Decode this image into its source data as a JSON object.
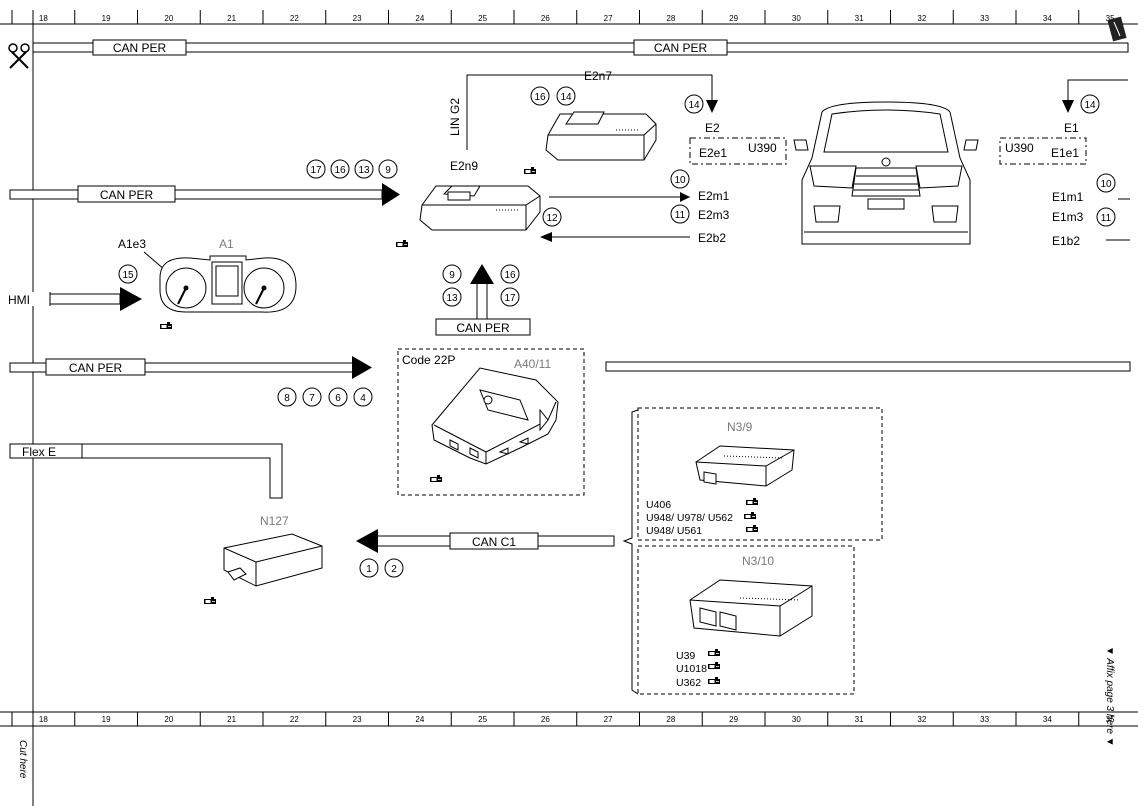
{
  "ruler": {
    "columns": [
      "18",
      "19",
      "20",
      "21",
      "22",
      "23",
      "24",
      "25",
      "26",
      "27",
      "28",
      "29",
      "30",
      "31",
      "32",
      "33",
      "34",
      "35"
    ]
  },
  "bus": {
    "can_per": "CAN PER",
    "can_c1": "CAN C1",
    "lin_g2": "LIN G2",
    "hmi": "HMI",
    "flex_e": "Flex E"
  },
  "modules": {
    "e2n9": "E2n9",
    "e2n7": "E2n7",
    "e2": "E2",
    "e2e1": "E2e1",
    "u390_left": "U390",
    "e2m1": "E2m1",
    "e2m3": "E2m3",
    "e2b2": "E2b2",
    "e1": "E1",
    "u390_right": "U390",
    "e1e1": "E1e1",
    "e1m1": "E1m1",
    "e1m3": "E1m3",
    "e1b2": "E1b2",
    "a1": "A1",
    "a1e3": "A1e3",
    "code_22p": "Code 22P",
    "a40_11": "A40/11",
    "n127": "N127",
    "n3_9": "N3/9",
    "n3_10": "N3/10"
  },
  "variants": {
    "n3_9": [
      "U406",
      "U948/ U978/ U562",
      "U948/ U561"
    ],
    "n3_10": [
      "U39",
      "U1018",
      "U362"
    ]
  },
  "circles": {
    "c16a": "16",
    "c14a": "14",
    "c14b": "14",
    "c14c": "14",
    "c17": "17",
    "c16b": "16",
    "c13a": "13",
    "c9a": "9",
    "c10a": "10",
    "c11a": "11",
    "c12": "12",
    "c10b": "10",
    "c11b": "11",
    "c15": "15",
    "c9b": "9",
    "c13b": "13",
    "c16c": "16",
    "c17b": "17",
    "c8": "8",
    "c7": "7",
    "c6": "6",
    "c4": "4",
    "c1": "1",
    "c2": "2"
  },
  "side_text": {
    "cut_here": "Cut here",
    "affix_page": "▼ Affix page 3 here ▼"
  },
  "icons": {
    "scissors": "scissors-icon",
    "pointing_hand": "pointing-hand-icon",
    "pen": "pen-icon"
  }
}
